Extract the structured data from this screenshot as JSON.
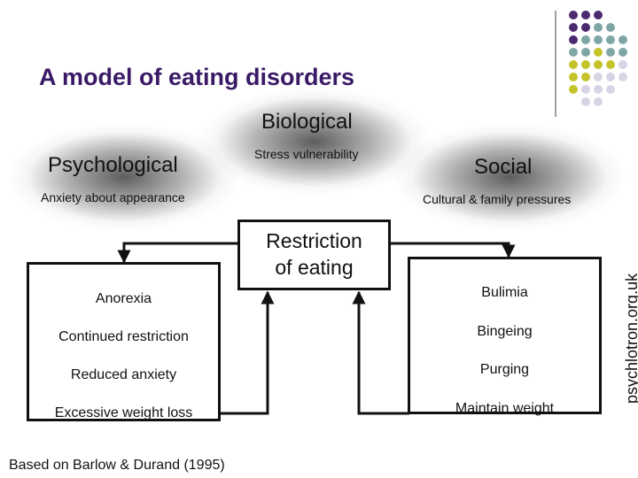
{
  "title": "A model of eating disorders",
  "factors": {
    "biological": {
      "title": "Biological",
      "subtitle": "Stress vulnerability"
    },
    "psychological": {
      "title": "Psychological",
      "subtitle": "Anxiety about appearance"
    },
    "social": {
      "title": "Social",
      "subtitle": "Cultural & family pressures"
    }
  },
  "center_box": {
    "line1": "Restriction",
    "line2": "of eating"
  },
  "anorexia": {
    "items": [
      "Anorexia",
      "Continued restriction",
      "Reduced anxiety",
      "Excessive weight loss"
    ]
  },
  "bulimia": {
    "items": [
      "Bulimia",
      "Bingeing",
      "Purging",
      "Maintain weight"
    ]
  },
  "footer": "Based on Barlow & Durand (1995)",
  "site": "psychlotron.org.uk",
  "colors": {
    "purple": "#4b2a6e",
    "teal": "#7fa6a6",
    "olive": "#c4c42a",
    "lavender": "#d9d3e6",
    "title": "#3a1a66"
  }
}
